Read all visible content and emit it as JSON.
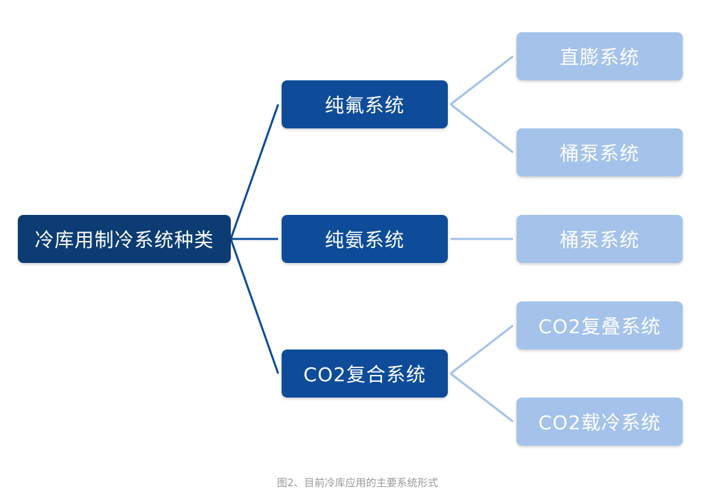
{
  "diagram": {
    "root": {
      "label": "冷库用制冷系统种类"
    },
    "branches": [
      {
        "label": "纯氟系统",
        "children": [
          "直膨系统",
          "桶泵系统"
        ]
      },
      {
        "label": "纯氨系统",
        "children": [
          "桶泵系统"
        ]
      },
      {
        "label": "CO2复合系统",
        "children": [
          "CO2复叠系统",
          "CO2载冷系统"
        ]
      }
    ],
    "colors": {
      "root_fill": "#0c3c73",
      "branch_fill": "#0e4c9a",
      "leaf_fill": "#a4c2ea",
      "root_connector": "#0e4c9a",
      "leaf_connector": "#a4c2ea",
      "text": "#ffffff",
      "caption_text": "#9a9a9a"
    }
  },
  "caption": "图2、目前冷库应用的主要系统形式"
}
